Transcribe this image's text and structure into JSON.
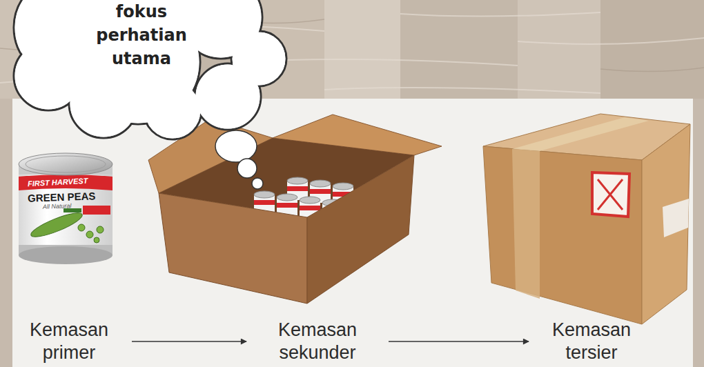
{
  "diagram": {
    "nodes": [
      {
        "text": [
          "fokus perhatian utama"
        ]
      },
      {
        "text": [
          "Kemasan primer"
        ]
      },
      {
        "text": [
          "Kemasan sekunder"
        ]
      },
      {
        "text": [
          "Kemasan tersier"
        ]
      }
    ],
    "edges": [
      {
        "from": 1,
        "to": 2,
        "arrow": "to"
      },
      {
        "from": 2,
        "to": 3,
        "arrow": "to"
      }
    ],
    "labels": [
      "FIRST HARVEST",
      "GREEN PEAS",
      "All Natural"
    ]
  }
}
